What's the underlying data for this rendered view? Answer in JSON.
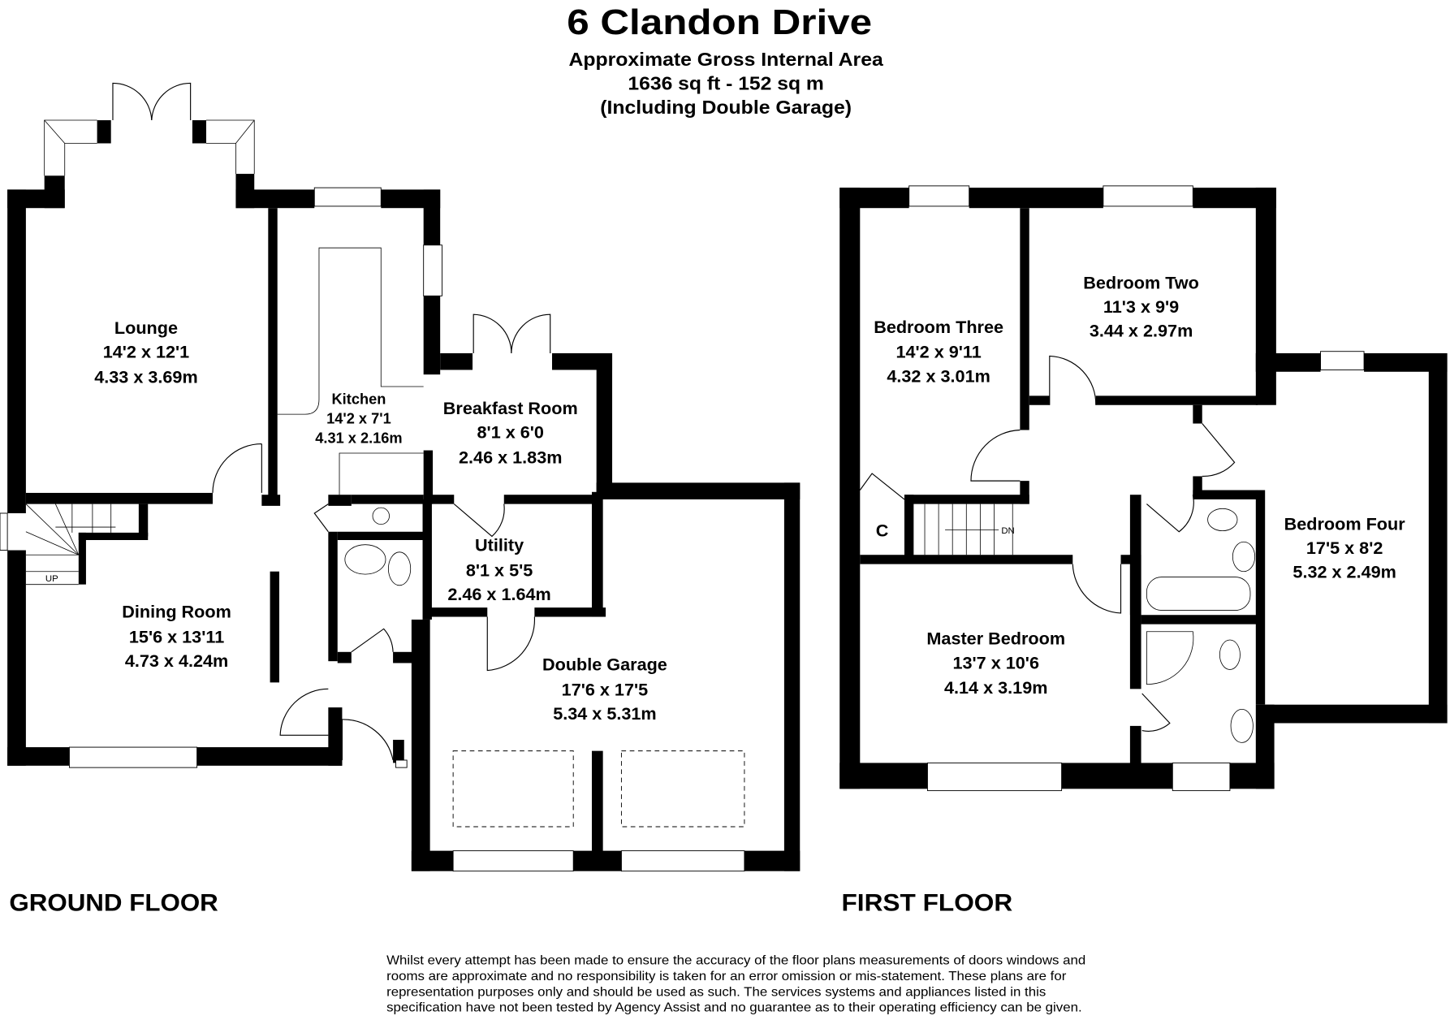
{
  "header": {
    "title": "6 Clandon Drive",
    "subtitle_lines": [
      "Approximate Gross Internal Area",
      "1636 sq ft - 152 sq m",
      "(Including Double Garage)"
    ]
  },
  "ground_floor": {
    "label": "GROUND FLOOR",
    "rooms": [
      {
        "name": "Lounge",
        "imperial": "14'2 x 12'1",
        "metric": "4.33 x 3.69m"
      },
      {
        "name": "Kitchen",
        "imperial": "14'2 x 7'1",
        "metric": "4.31 x 2.16m"
      },
      {
        "name": "Breakfast Room",
        "imperial": "8'1 x 6'0",
        "metric": "2.46 x 1.83m"
      },
      {
        "name": "Utility",
        "imperial": "8'1 x 5'5",
        "metric": "2.46 x 1.64m"
      },
      {
        "name": "Dining Room",
        "imperial": "15'6 x 13'11",
        "metric": "4.73 x 4.24m"
      },
      {
        "name": "Double Garage",
        "imperial": "17'6 x 17'5",
        "metric": "5.34 x 5.31m"
      }
    ],
    "stairs_label": "UP"
  },
  "first_floor": {
    "label": "FIRST FLOOR",
    "rooms": [
      {
        "name": "Bedroom Three",
        "imperial": "14'2 x 9'11",
        "metric": "4.32 x 3.01m"
      },
      {
        "name": "Bedroom Two",
        "imperial": "11'3 x 9'9",
        "metric": "3.44 x 2.97m"
      },
      {
        "name": "Bedroom Four",
        "imperial": "17'5 x 8'2",
        "metric": "5.32 x 2.49m"
      },
      {
        "name": "Master Bedroom",
        "imperial": "13'7 x 10'6",
        "metric": "4.14 x 3.19m"
      }
    ],
    "cupboard_label": "C",
    "stairs_label": "DN"
  },
  "disclaimer_lines": [
    "Whilst every attempt has been made to ensure the accuracy of the floor plans measurements of doors windows and",
    "rooms are approximate and no responsibility is taken for an error omission or mis-statement. These plans are for",
    "representation purposes only and should be used as such. The services systems and appliances listed in this",
    "specification have not been tested by Agency Assist and no guarantee as to their operating efficiency can be given."
  ]
}
